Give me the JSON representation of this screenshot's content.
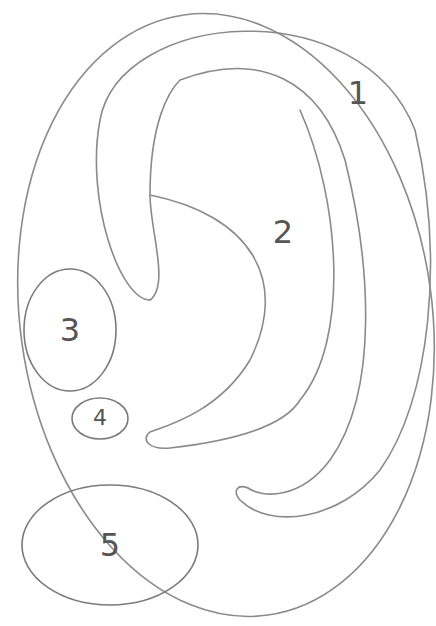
{
  "diagram": {
    "nodes": [
      {
        "text": [
          "3"
        ]
      },
      {
        "text": [
          "4"
        ]
      },
      {
        "text": [
          "5"
        ]
      }
    ],
    "labels": [
      "1",
      "2"
    ]
  }
}
